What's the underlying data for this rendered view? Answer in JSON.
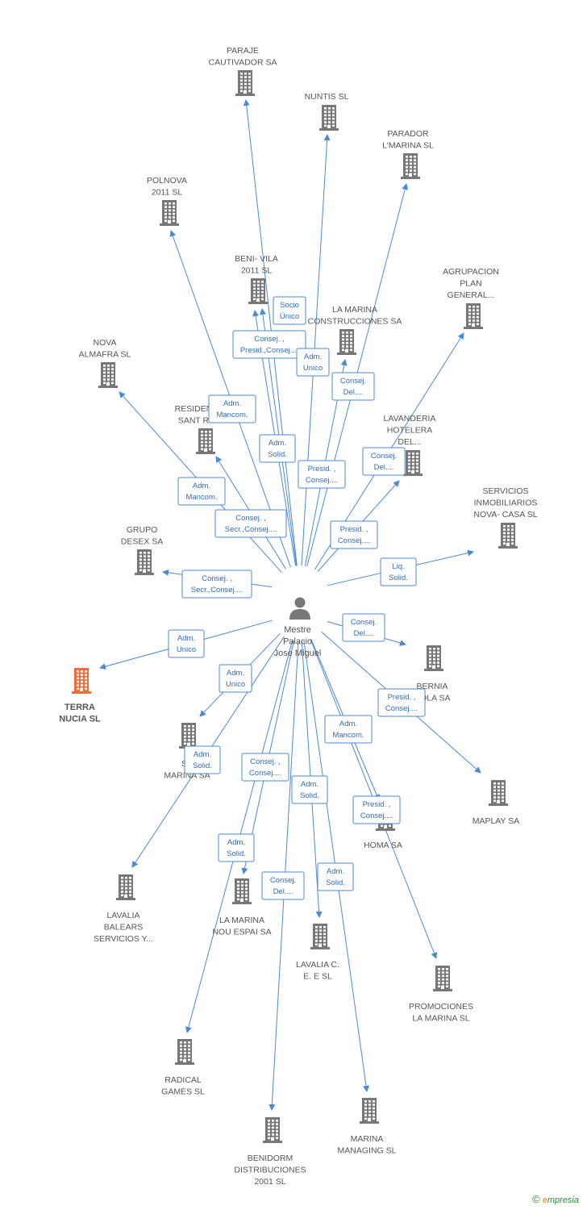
{
  "colors": {
    "edge": "#4a8ad4",
    "building": "#777777",
    "highlight": "#f26c3c",
    "person": "#777777"
  },
  "center": {
    "lines": [
      "Mestre",
      "Palacio",
      "Jose Miguel"
    ],
    "icon": "person-icon"
  },
  "highlight_node": {
    "lines": [
      "TERRA",
      "NUCIA SL"
    ],
    "icon": "building-icon"
  },
  "companies": [
    {
      "id": "paraje",
      "lines": [
        "PARAJE",
        "CAUTIVADOR SA"
      ]
    },
    {
      "id": "nuntis",
      "lines": [
        "NUNTIS SL"
      ]
    },
    {
      "id": "parador",
      "lines": [
        "PARADOR",
        "L'MARINA SL"
      ]
    },
    {
      "id": "polnova",
      "lines": [
        "POLNOVA",
        "2011 SL"
      ]
    },
    {
      "id": "benivila",
      "lines": [
        "BENI- VILA",
        "2011 SL"
      ]
    },
    {
      "id": "agrupacion",
      "lines": [
        "AGRUPACION",
        "PLAN",
        "GENERAL..."
      ]
    },
    {
      "id": "lamarina",
      "lines": [
        "LA MARINA",
        "CONSTRUCCIONES SA"
      ]
    },
    {
      "id": "nova",
      "lines": [
        "NOVA",
        "ALMAFRA  SL"
      ]
    },
    {
      "id": "residen",
      "lines": [
        "RESIDEN",
        "SANT R"
      ]
    },
    {
      "id": "lavanderia",
      "lines": [
        "LAVANDERIA",
        "HOTELERA",
        "DEL..."
      ]
    },
    {
      "id": "servicios",
      "lines": [
        "SERVICIOS",
        "INMOBILIARIOS",
        "NOVA- CASA SL"
      ]
    },
    {
      "id": "desex",
      "lines": [
        "GRUPO",
        "DESEX SA"
      ]
    },
    {
      "id": "bernia",
      "lines": [
        "BERNIA",
        "COLA SA"
      ]
    },
    {
      "id": "samarina",
      "lines": [
        "SA",
        "MARINA SA"
      ]
    },
    {
      "id": "maplay",
      "lines": [
        "MAPLAY SA"
      ]
    },
    {
      "id": "homa",
      "lines": [
        "HOMA SA"
      ]
    },
    {
      "id": "lavalia_b",
      "lines": [
        "LAVALIA",
        "BALEARS",
        "SERVICIOS Y..."
      ]
    },
    {
      "id": "lamarina_nou",
      "lines": [
        "LA MARINA",
        "NOU ESPAI SA"
      ]
    },
    {
      "id": "lavalia_c",
      "lines": [
        "LAVALIA C.",
        "E. E SL"
      ]
    },
    {
      "id": "promociones",
      "lines": [
        "PROMOCIONES",
        "LA MARINA SL"
      ]
    },
    {
      "id": "radical",
      "lines": [
        "RADICAL",
        "GAMES  SL"
      ]
    },
    {
      "id": "marina_managing",
      "lines": [
        "MARINA",
        "MANAGING  SL"
      ]
    },
    {
      "id": "benidorm",
      "lines": [
        "BENIDORM",
        "DISTRIBUCIONES",
        "2001 SL"
      ]
    }
  ],
  "relations": [
    {
      "target": "paraje",
      "lines": [
        "Consej. ,",
        "Presid.,Consej...."
      ]
    },
    {
      "target": "benivila",
      "lines": [
        "Socio",
        "Único"
      ]
    },
    {
      "target": "lamarina",
      "lines": [
        "Adm.",
        "Unico"
      ]
    },
    {
      "target": "nuntis",
      "lines": [
        "Presid. ,",
        "Consej...."
      ]
    },
    {
      "target": "parador",
      "lines": [
        "Consej.",
        "Del...."
      ]
    },
    {
      "target": "polnova",
      "lines": [
        "Adm.",
        "Mancom."
      ]
    },
    {
      "target": "residen",
      "lines": [
        "Adm.",
        "Solid."
      ]
    },
    {
      "target": "nova",
      "lines": [
        "Adm.",
        "Mancom."
      ]
    },
    {
      "target": "lavanderia",
      "lines": [
        "Consej.",
        "Del...."
      ]
    },
    {
      "target": "agrupacion",
      "lines": [
        "Presid. ,",
        "Consej...."
      ]
    },
    {
      "target": "benivila2",
      "lines": [
        "Consej. ,",
        "Secr.,Consej...."
      ]
    },
    {
      "target": "servicios",
      "lines": [
        "Liq.",
        "Solid."
      ]
    },
    {
      "target": "desex",
      "lines": [
        "Consej. ,",
        "Secr.,Consej...."
      ]
    },
    {
      "target": "terra",
      "lines": [
        "Adm.",
        "Unico"
      ]
    },
    {
      "target": "bernia",
      "lines": [
        "Consej.",
        "Del...."
      ]
    },
    {
      "target": "samarina",
      "lines": [
        "Adm.",
        "Unico"
      ]
    },
    {
      "target": "maplay",
      "lines": [
        "Presid. ,",
        "Consej...."
      ]
    },
    {
      "target": "homa",
      "lines": [
        "Adm.",
        "Mancom."
      ]
    },
    {
      "target": "lavalia_b",
      "lines": [
        "Adm.",
        "Solid."
      ]
    },
    {
      "target": "lamarina_nou",
      "lines": [
        "Consej. ,",
        "Consej...."
      ]
    },
    {
      "target": "lavalia_c",
      "lines": [
        "Adm.",
        "Solid."
      ]
    },
    {
      "target": "promociones",
      "lines": [
        "Presid. ,",
        "Consej...."
      ]
    },
    {
      "target": "radical",
      "lines": [
        "Adm.",
        "Solid."
      ]
    },
    {
      "target": "marina_managing",
      "lines": [
        "Adm.",
        "Solid."
      ]
    },
    {
      "target": "benidorm",
      "lines": [
        "Consej.",
        "Del...."
      ]
    }
  ],
  "brand": {
    "symbol": "©",
    "first": "e",
    "rest": "mpresia"
  }
}
